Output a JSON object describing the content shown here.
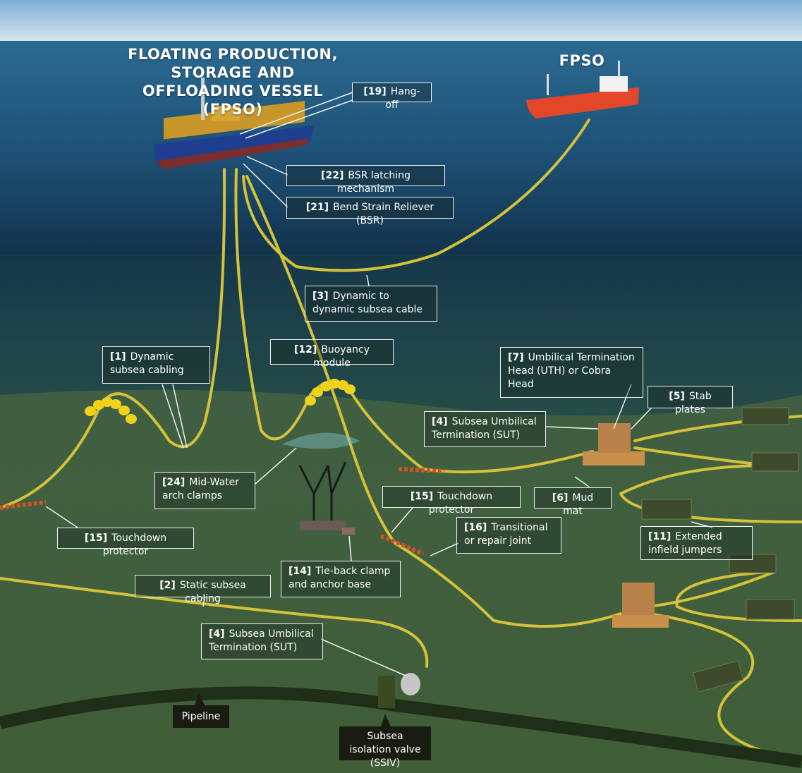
{
  "headings": {
    "fpso_main": "FLOATING PRODUCTION, STORAGE AND OFFLOADING VESSEL (FPSO)",
    "fpso_secondary": "FPSO"
  },
  "callouts": [
    {
      "id": "19",
      "text": "Hang-off"
    },
    {
      "id": "22",
      "text": "BSR latching mechanism"
    },
    {
      "id": "21",
      "text": "Bend Strain Reliever (BSR)"
    },
    {
      "id": "3",
      "text": "Dynamic to dynamic subsea cable"
    },
    {
      "id": "1",
      "text": "Dynamic subsea cabling"
    },
    {
      "id": "12",
      "text": "Buoyancy module"
    },
    {
      "id": "7",
      "text": "Umbilical Termination Head (UTH) or Cobra Head"
    },
    {
      "id": "5",
      "text": "Stab plates"
    },
    {
      "id": "4",
      "text": "Subsea Umbilical Termination (SUT)"
    },
    {
      "id": "24",
      "text": "Mid-Water arch clamps"
    },
    {
      "id": "15",
      "text": "Touchdown protector"
    },
    {
      "id": "6",
      "text": "Mud mat"
    },
    {
      "id": "15",
      "text": "Touchdown protector"
    },
    {
      "id": "16",
      "text": "Transitional or repair joint"
    },
    {
      "id": "11",
      "text": "Extended infield jumpers"
    },
    {
      "id": "14",
      "text": "Tie-back clamp and anchor base"
    },
    {
      "id": "2",
      "text": "Static subsea cabling"
    },
    {
      "id": "4",
      "text": "Subsea Umbilical Termination (SUT)"
    }
  ],
  "dark_labels": {
    "pipeline": "Pipeline",
    "ssiv": "Subsea isolation valve (SSIV)"
  },
  "colors": {
    "sky": "#b9d3e6",
    "sea": "#1f5a7f",
    "seabed": "#4f6b43",
    "cable": "#d4c23a",
    "buoyancy": "#f0d21c",
    "protector": "#d0542a",
    "vessel_hull": "#1e3f8f",
    "tanker_hull": "#e4462a"
  }
}
